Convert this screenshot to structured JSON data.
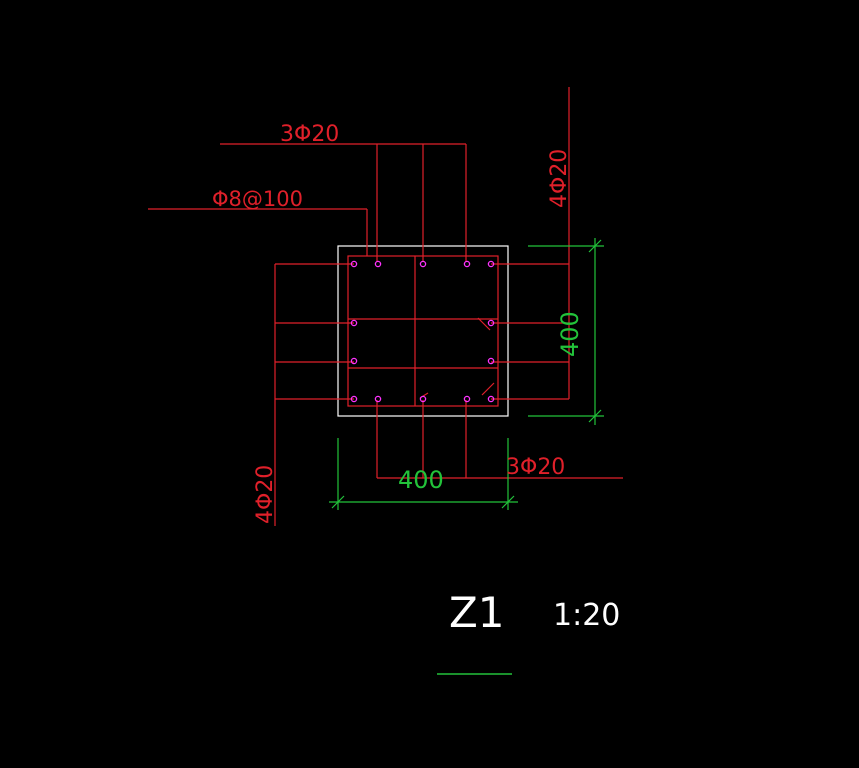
{
  "drawing": {
    "colors": {
      "background": "#000000",
      "rebar": "#e0202a",
      "leader_text": "#e0202a",
      "rebar_dot": "#ff33ff",
      "outline": "#ffffff",
      "dimension": "#22c33a",
      "title_text": "#ffffff",
      "title_underline": "#22c33a"
    },
    "labels": {
      "top_rebar": "3Φ20",
      "stirrup": "Φ8@100",
      "right_rebar": "4Φ20",
      "left_rebar": "4Φ20",
      "bottom_rebar": "3Φ20",
      "width_dim": "400",
      "height_dim": "400"
    },
    "title": {
      "name": "Z1",
      "scale": "1:20"
    }
  }
}
